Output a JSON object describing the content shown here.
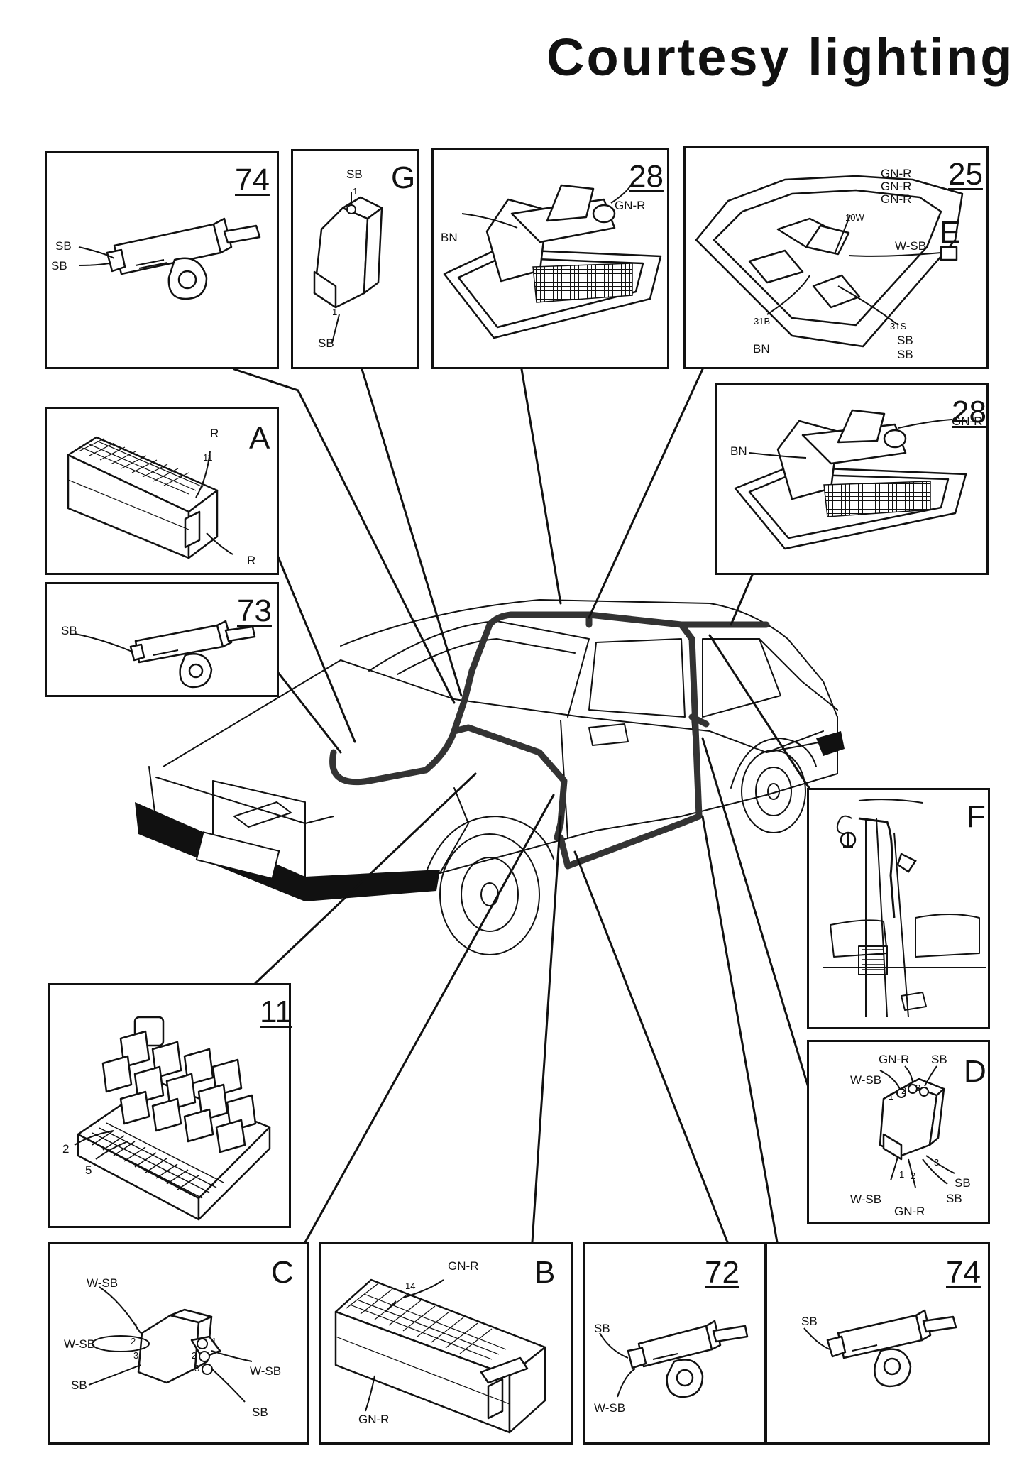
{
  "title": "Courtesy lighting",
  "panels": {
    "p74a": {
      "id": "74",
      "labels": [
        "SB",
        "SB"
      ]
    },
    "pG": {
      "id": "G",
      "labels": [
        "SB",
        "1",
        "1",
        "SB"
      ]
    },
    "p28a": {
      "id": "28",
      "labels": [
        "GN-R",
        "BN"
      ]
    },
    "p25": {
      "id": "25",
      "sub": "E",
      "labels": [
        "GN-R",
        "GN-R",
        "GN-R",
        "10W",
        "W-SB",
        "31B",
        "BN",
        "31S",
        "SB",
        "SB"
      ]
    },
    "pA": {
      "id": "A",
      "labels": [
        "R",
        "11",
        "R"
      ]
    },
    "p28b": {
      "id": "28",
      "labels": [
        "GN-R",
        "BN"
      ]
    },
    "p73": {
      "id": "73",
      "labels": [
        "SB"
      ]
    },
    "pF": {
      "id": "F"
    },
    "p11": {
      "id": "11",
      "labels": [
        "2",
        "5"
      ]
    },
    "pD": {
      "id": "D",
      "labels": [
        "GN-R",
        "SB",
        "W-SB",
        "1",
        "2",
        "3",
        "1",
        "2",
        "3",
        "SB",
        "W-SB",
        "GN-R",
        "SB"
      ]
    },
    "pC": {
      "id": "C",
      "labels": [
        "W-SB",
        "W-SB",
        "1",
        "2",
        "3",
        "SB",
        "1",
        "2",
        "3",
        "W-SB",
        "SB"
      ]
    },
    "pB": {
      "id": "B",
      "labels": [
        "GN-R",
        "14",
        "GN-R"
      ]
    },
    "p72": {
      "id": "72",
      "labels": [
        "SB",
        "W-SB"
      ]
    },
    "p74b": {
      "id": "74",
      "labels": [
        "SB"
      ]
    }
  },
  "colors": {
    "ink": "#111111",
    "paper": "#ffffff"
  }
}
